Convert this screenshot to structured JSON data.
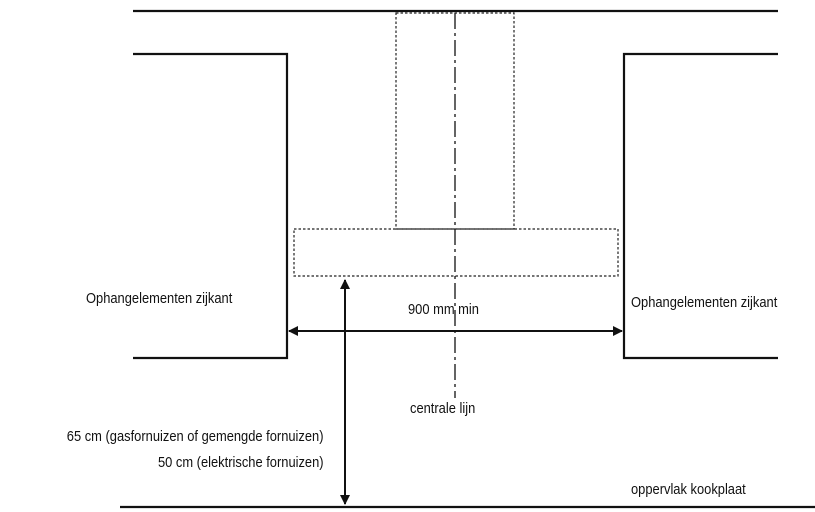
{
  "labels": {
    "left_cabinet": "Ophangelementen zijkant",
    "right_cabinet": "Ophangelementen zijkant",
    "width_dimension": "900 mm min",
    "center_line": "centrale lijn",
    "height_gas": "65 cm (gasfornuizen of gemengde fornuizen)",
    "height_electric": "50 cm (elektrische fornuizen)",
    "hob_surface": "oppervlak kookplaat"
  },
  "colors": {
    "line": "#111111",
    "background": "#ffffff"
  }
}
